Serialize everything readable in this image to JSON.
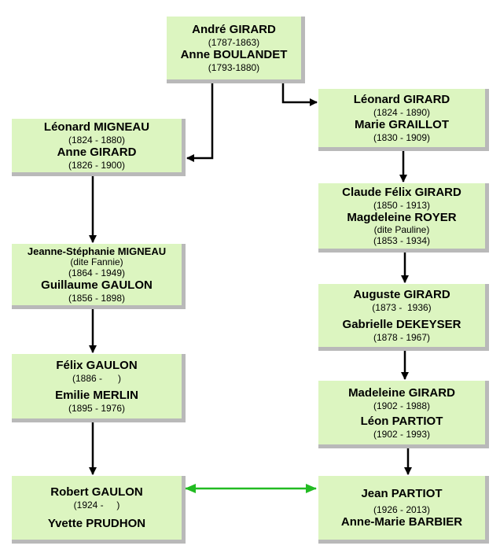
{
  "boxes": {
    "andre": {
      "p1": "André GIRARD",
      "d1": "(1787-1863)",
      "p2": "Anne BOULANDET",
      "d2": "(1793-1880)"
    },
    "leonard_m": {
      "p1": "Léonard MIGNEAU",
      "d1": "(1824 - 1880)",
      "p2": "Anne GIRARD",
      "d2": "(1826 - 1900)"
    },
    "leonard_g": {
      "p1": "Léonard GIRARD",
      "d1": "(1824 - 1890)",
      "p2": "Marie GRAILLOT",
      "d2": "(1830 - 1909)"
    },
    "claude": {
      "p1": "Claude Félix GIRARD",
      "d1": "(1850 - 1913)",
      "p2": "Magdeleine ROYER",
      "note": "(dite Pauline)",
      "d2": "(1853 - 1934)"
    },
    "jeanne": {
      "p1": "Jeanne-Stéphanie MIGNEAU",
      "note": "(dite Fannie)",
      "d1": "(1864 - 1949)",
      "p2": "Guillaume GAULON",
      "d2": "(1856 - 1898)"
    },
    "auguste": {
      "p1": "Auguste GIRARD",
      "d1": "(1873 -  1936)",
      "p2": "Gabrielle DEKEYSER",
      "d2": "(1878 - 1967)"
    },
    "felix": {
      "p1": "Félix GAULON",
      "d1": "(1886 -      )",
      "p2": "Emilie MERLIN",
      "d2": "(1895 - 1976)"
    },
    "madeleine": {
      "p1": "Madeleine GIRARD",
      "d1": "(1902 - 1988)",
      "p2": "Léon PARTIOT",
      "d2": "(1902 - 1993)"
    },
    "robert": {
      "p1": "Robert GAULON",
      "d1": "(1924 -     )",
      "p2": "Yvette PRUDHON"
    },
    "jean": {
      "p1": "Jean PARTIOT",
      "d1": "(1926 - 2013)",
      "p2": "Anne-Marie BARBIER"
    }
  },
  "colors": {
    "box": "#dcf5c0",
    "shadow": "#b9b9b9",
    "arrow": "#000000",
    "link": "#22bb22"
  }
}
